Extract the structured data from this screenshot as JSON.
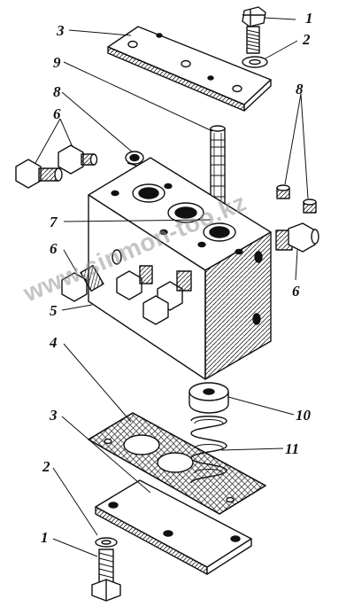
{
  "labels": {
    "l1_top": "1",
    "l2_top": "2",
    "l3_top": "3",
    "l9": "9",
    "l8_left": "8",
    "l8_right": "8",
    "l6_topleft": "6",
    "l7": "7",
    "l6_left": "6",
    "l6_right": "6",
    "l5": "5",
    "l4": "4",
    "l10": "10",
    "l3_bottom": "3",
    "l11": "11",
    "l2_bottom": "2",
    "l1_bottom": "1"
  },
  "watermark": "www.sinmon-too.kz",
  "colors": {
    "ink": "#111111",
    "watermark": "#969696"
  }
}
